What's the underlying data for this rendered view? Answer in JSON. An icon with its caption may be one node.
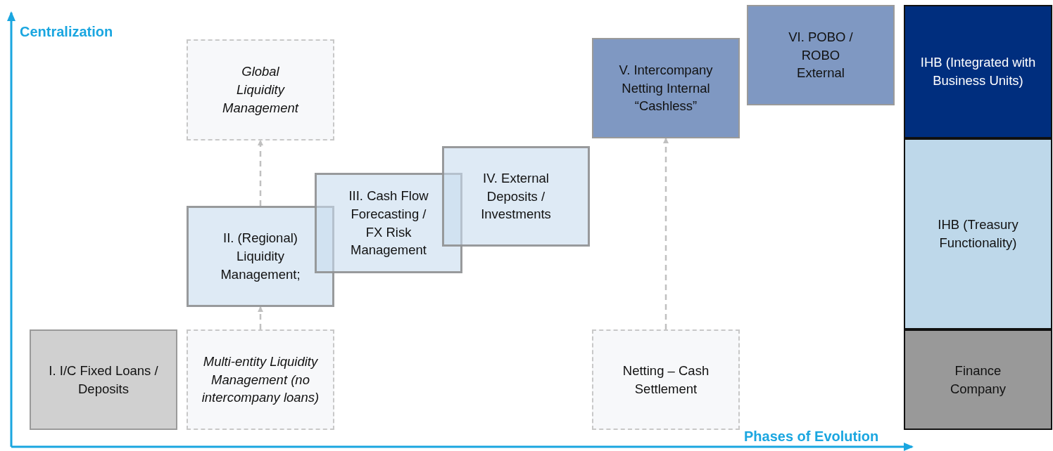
{
  "diagram": {
    "nodes": [
      {
        "text": [
          "I. I/C Fixed Loans / Deposits"
        ]
      },
      {
        "text": [
          "Multi-entity Liquidity Management (no intercompany loans)"
        ]
      },
      {
        "text": [
          "II. (Regional) Liquidity Management;"
        ]
      },
      {
        "text": [
          "Global Liquidity Management"
        ]
      },
      {
        "text": [
          "III. Cash Flow Forecasting / FX Risk Management"
        ]
      },
      {
        "text": [
          "IV. External Deposits / Investments"
        ]
      },
      {
        "text": [
          "Netting – Cash Settlement"
        ]
      },
      {
        "text": [
          "V. Intercompany Netting Internal “Cashless”"
        ]
      },
      {
        "text": [
          "VI. POBO / ROBO External"
        ]
      },
      {
        "text": [
          "IHB (Integrated with Business Units)"
        ]
      },
      {
        "text": [
          "IHB (Treasury Functionality)"
        ]
      },
      {
        "text": [
          "Finance Company"
        ]
      }
    ],
    "edges": [
      {
        "from": 1,
        "to": 2,
        "arrow": "to",
        "style": "dashed"
      },
      {
        "from": 2,
        "to": 3,
        "arrow": "to",
        "style": "dashed"
      },
      {
        "from": 6,
        "to": 7,
        "arrow": "to",
        "style": "dashed"
      }
    ],
    "labels": [
      "Centralization",
      "Phases of Evolution"
    ]
  }
}
